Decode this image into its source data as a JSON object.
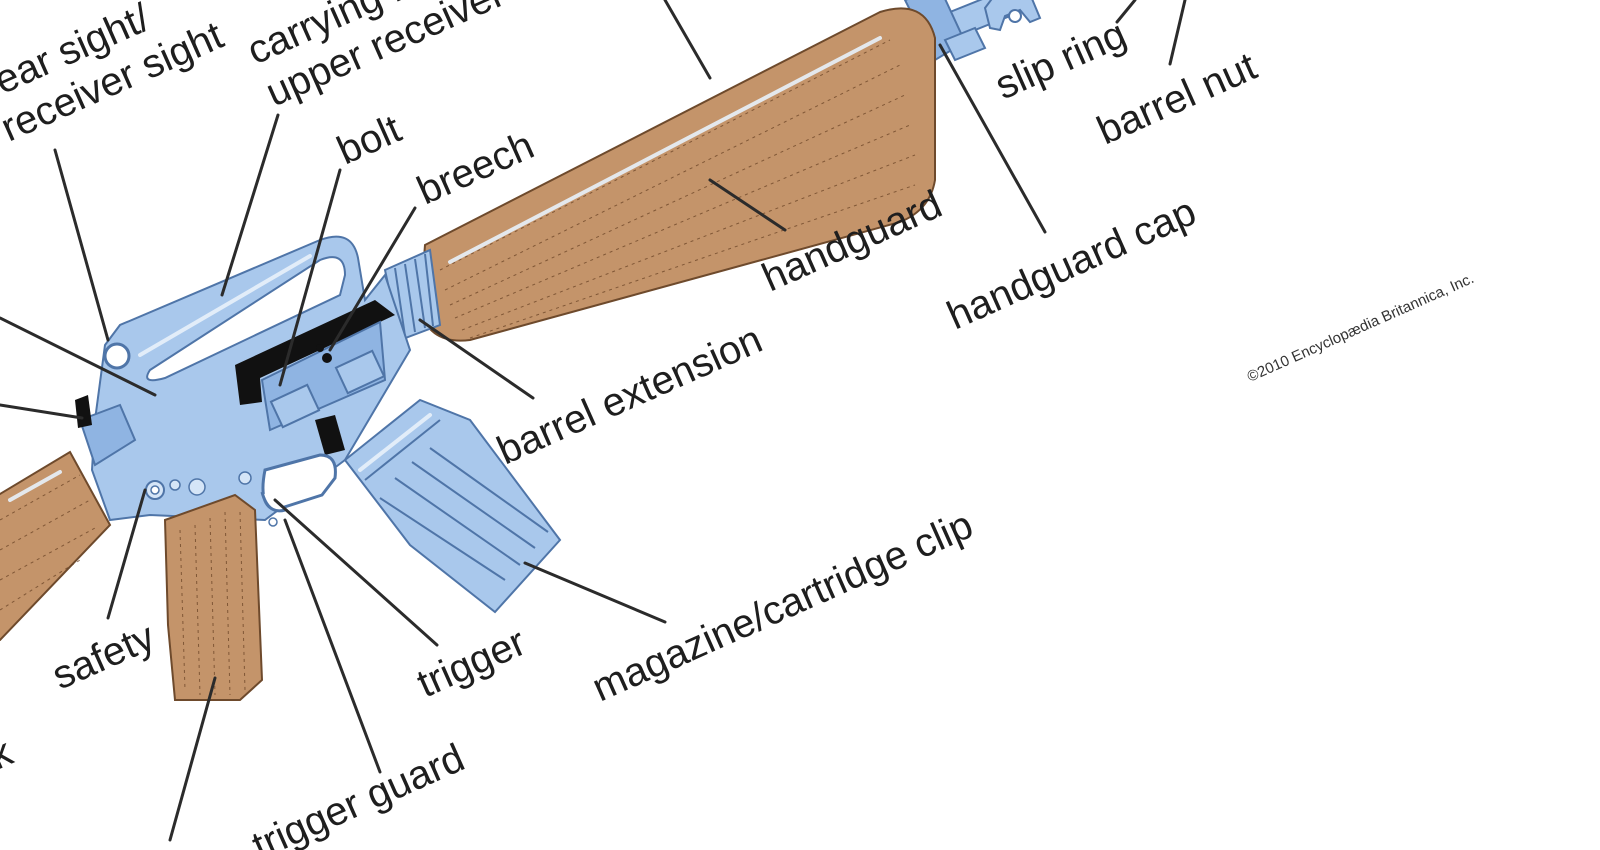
{
  "labels": {
    "rear_sight": "rear sight/\nreceiver sight",
    "carrying_handle": "carrying handle/\nupper receiver",
    "bolt": "bolt",
    "breech": "breech",
    "slip_ring": "slip ring",
    "barrel_nut": "barrel nut",
    "handguard": "handguard",
    "handguard_cap": "handguard cap",
    "barrel_extension": "barrel extension",
    "magazine": "magazine/cartridge clip",
    "trigger": "trigger",
    "trigger_guard": "trigger guard",
    "safety": "safety",
    "stock": "stock"
  },
  "copyright": "©2010 Encyclopædia Britannica, Inc.",
  "colors": {
    "metal": "#a9c8ec",
    "metal_outline": "#4f75a8",
    "wood": "#c4946a",
    "text": "#1e1e1e",
    "background": "#ffffff"
  }
}
